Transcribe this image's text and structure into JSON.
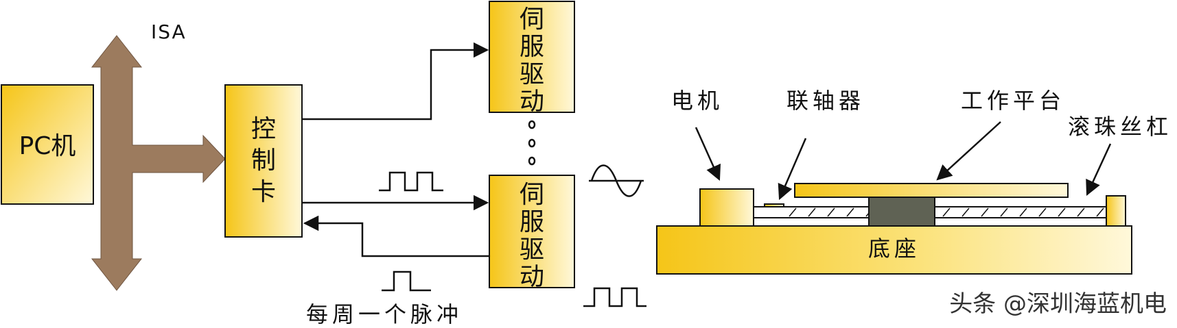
{
  "labels": {
    "pc": "PC机",
    "isa": "ISA",
    "controller": "控制卡",
    "servo_top": "伺服驱动",
    "servo_bottom": "伺服驱动",
    "pulse_caption": "每周一个脉冲",
    "motor": "电机",
    "coupling": "联轴器",
    "table": "工作平台",
    "ballscrew": "滚珠丝杠",
    "base": "底座"
  },
  "watermark": "头条 @深圳海蓝机电",
  "colors": {
    "box_gold": "#F5C518",
    "box_light": "#FFF7D6",
    "bus_arrow": "#9C7B5E",
    "nut_block": "#5F6254",
    "line": "#111111"
  }
}
